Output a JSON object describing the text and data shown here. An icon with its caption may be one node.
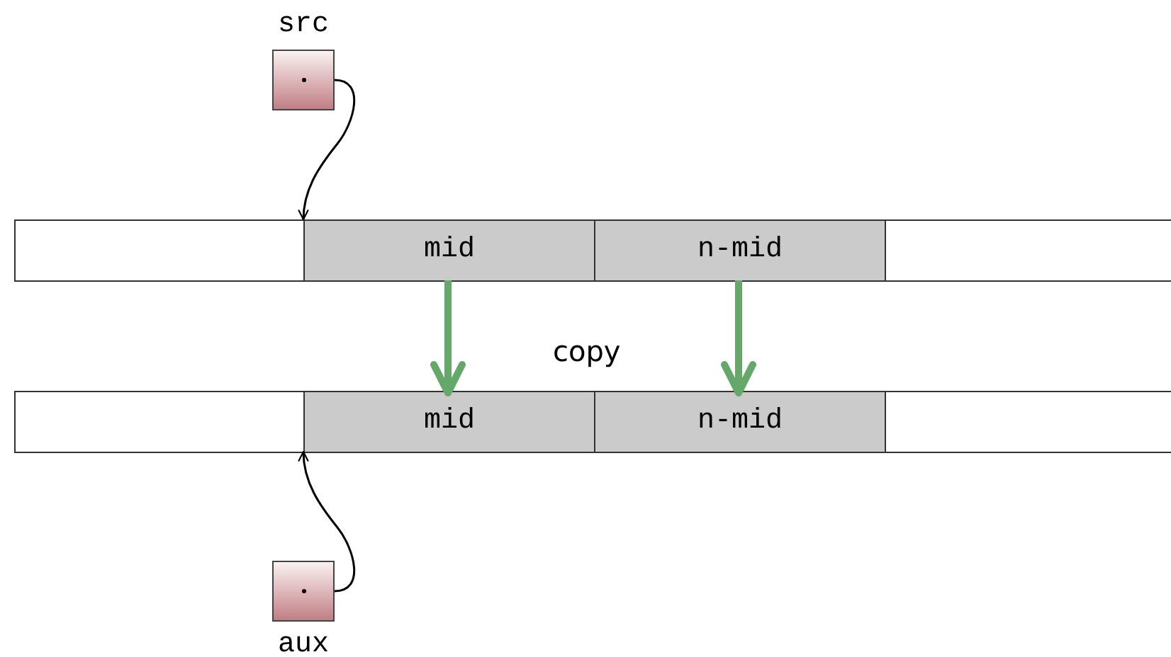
{
  "diagram": {
    "nodes": [
      {
        "text": [
          "src"
        ]
      },
      {
        "text": [],
        "shape": "box"
      },
      {
        "text": [
          "mid"
        ]
      },
      {
        "text": [
          "n-mid"
        ]
      },
      {
        "text": [],
        "shape": "box"
      },
      {
        "text": [],
        "shape": "box"
      },
      {
        "text": [
          "mid"
        ]
      },
      {
        "text": [
          "n-mid"
        ]
      },
      {
        "text": [],
        "shape": "box"
      },
      {
        "text": [
          "aux"
        ]
      }
    ],
    "edges": [
      {
        "from": 0,
        "to": 2,
        "arrow": "to"
      },
      {
        "from": 2,
        "to": 6,
        "arrow": "to",
        "style": "thick",
        "color": "#66a86a"
      },
      {
        "from": 3,
        "to": 7,
        "arrow": "to",
        "style": "thick",
        "color": "#66a86a"
      },
      {
        "from": 9,
        "to": 6,
        "arrow": "to"
      }
    ],
    "labels": [
      "copy"
    ]
  }
}
